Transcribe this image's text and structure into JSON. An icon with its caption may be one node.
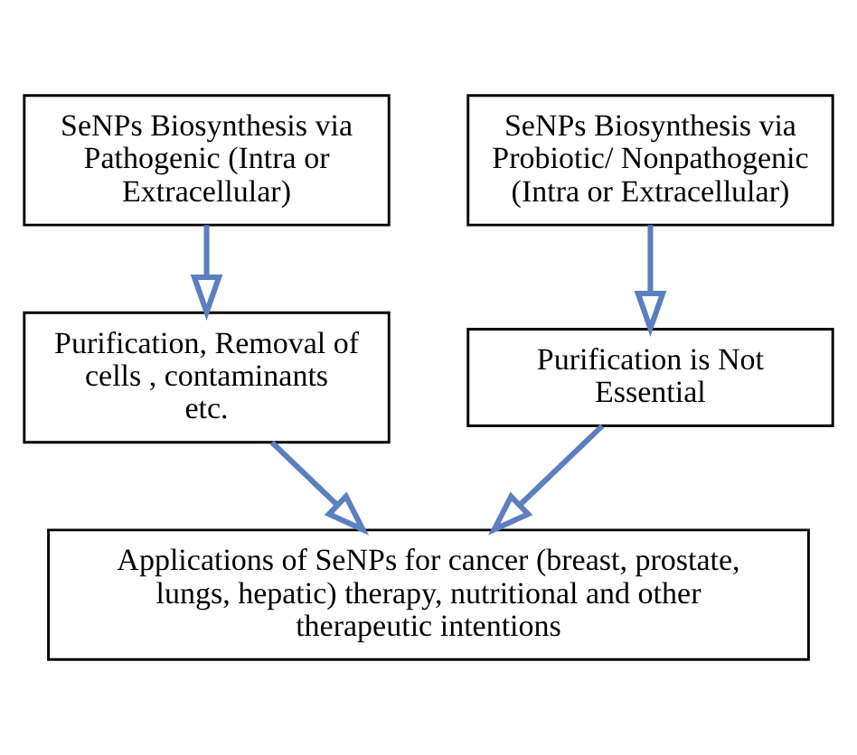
{
  "diagram": {
    "nodes": [
      {
        "text": [
          "SeNPs Biosynthesis via Pathogenic (Intra or Extracellular)"
        ]
      },
      {
        "text": [
          "SeNPs Biosynthesis via Probiotic/ Nonpathogenic (Intra or Extracellular)"
        ]
      },
      {
        "text": [
          "Purification, Removal of cells , contaminants etc."
        ]
      },
      {
        "text": [
          "Purification is Not Essential"
        ]
      },
      {
        "text": [
          "Applications of SeNPs for cancer (breast, prostate, lungs, hepatic) therapy, nutritional and other therapeutic intentions"
        ]
      }
    ],
    "edges": [
      {
        "from": 0,
        "to": 2,
        "arrow": "to"
      },
      {
        "from": 1,
        "to": 3,
        "arrow": "to"
      },
      {
        "from": 2,
        "to": 4,
        "arrow": "to"
      },
      {
        "from": 3,
        "to": 4,
        "arrow": "to"
      }
    ]
  }
}
